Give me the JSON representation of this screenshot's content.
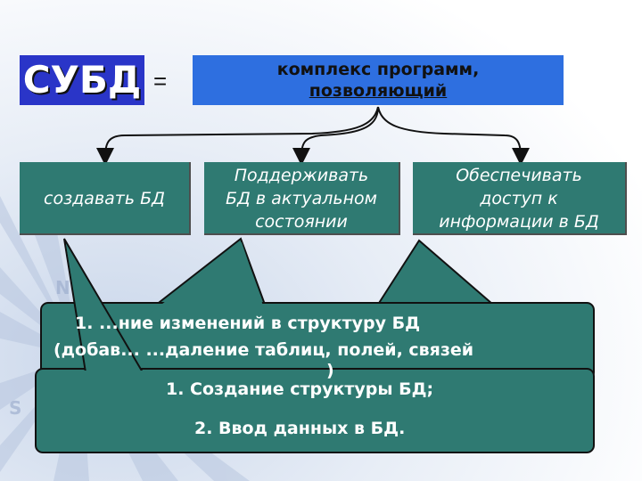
{
  "left_label": "СУБД",
  "equals_sign": "=",
  "definition": {
    "line1": "комплекс программ,",
    "line2": "позволяющий"
  },
  "functions": [
    {
      "lines": [
        "создавать БД"
      ]
    },
    {
      "lines": [
        "Поддерживать",
        "БД в актуальном",
        "состоянии"
      ]
    },
    {
      "lines": [
        "Обеспечивать",
        "доступ к",
        "информации в БД"
      ]
    }
  ],
  "callout_back": {
    "line1": "1. ...ние изменений в структуру БД",
    "line2": "(добав... ...даление таблиц, полей, связей",
    "line3": ")"
  },
  "callout_front": {
    "line1": "1. Создание структуры БД;",
    "line2": "2. Ввод данных в БД."
  },
  "colors": {
    "subd_bg": "#2a35c8",
    "definition_bg": "#2e6fe0",
    "function_bg": "#2f7a72",
    "callout_bg": "#2f7a72"
  }
}
